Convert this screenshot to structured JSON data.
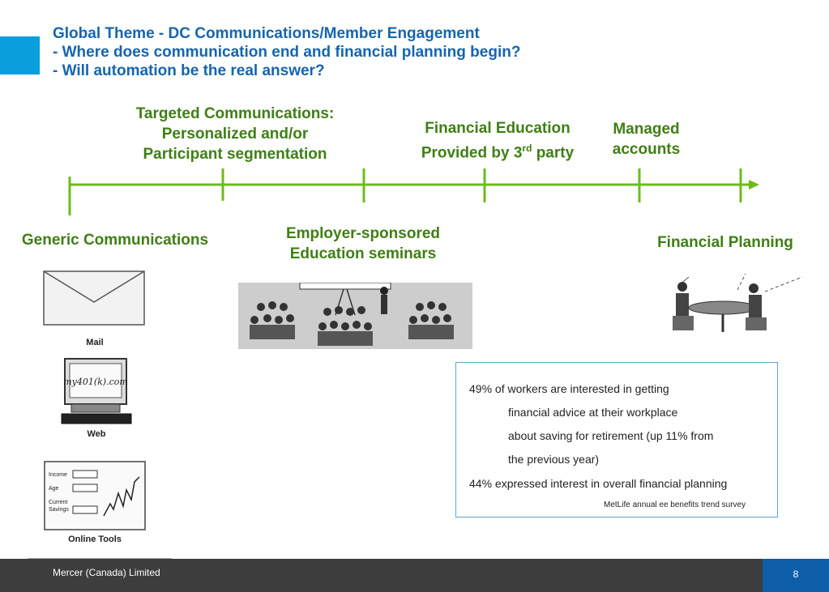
{
  "title": {
    "line1": "Global Theme - DC Communications/Member Engagement",
    "line2": "- Where does communication end and financial planning begin?",
    "line3": "- Will automation be the real answer?"
  },
  "above": {
    "targeted": [
      "Targeted Communications:",
      "Personalized and/or",
      "Participant segmentation"
    ],
    "education_line1": "Financial Education",
    "education_line2_prefix": "Provided by 3",
    "education_line2_sup": "rd",
    "education_line2_suffix": " party",
    "managed": [
      "Managed",
      "accounts"
    ]
  },
  "below": {
    "generic": "Generic Communications",
    "employer": [
      "Employer-sponsored",
      "Education seminars"
    ],
    "planning": "Financial Planning"
  },
  "icons": {
    "mail_label": "Mail",
    "web_label": "Web",
    "web_screen_text": "my401(k).com",
    "tools_label": "Online Tools",
    "tools_fields": [
      "Income",
      "Age",
      "Current",
      "Savings"
    ]
  },
  "stats": {
    "line1": "49% of workers are interested in getting",
    "line2": "financial advice at their workplace",
    "line3": "about saving for retirement (up 11% from",
    "line4": "the previous year)",
    "line5": "44% expressed interest in overall financial planning",
    "source": "MetLife annual ee benefits trend survey"
  },
  "footer": {
    "company": "Mercer (Canada) Limited",
    "page": "8"
  },
  "colors": {
    "title": "#1565b0",
    "green": "#3f7f14",
    "accent": "#0a9edc",
    "footer": "#3d3d3d",
    "page_box": "#0d5ea8"
  }
}
